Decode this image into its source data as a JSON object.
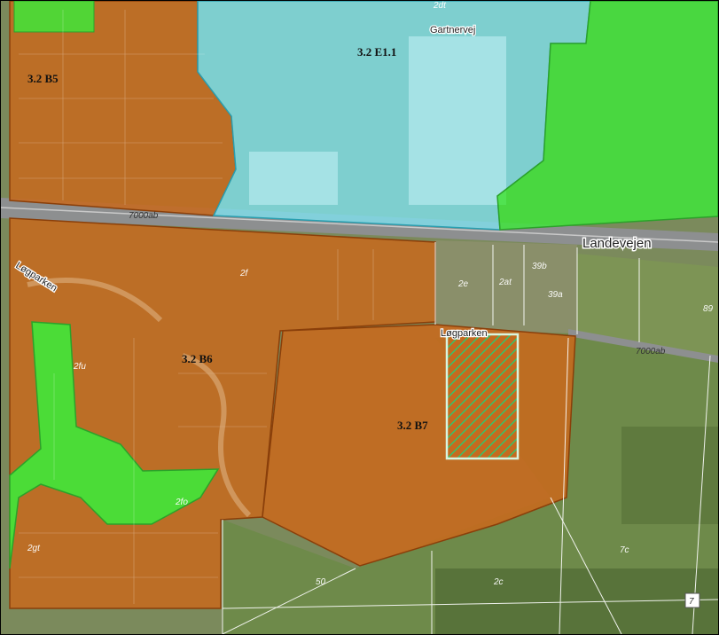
{
  "map": {
    "zones": {
      "b5": "3.2 B5",
      "e1_1": "3.2 E1.1",
      "b6": "3.2 B6",
      "b7": "3.2 B7"
    },
    "roads": {
      "landevejen": "Landevejen",
      "gartnervej": "Gartnervej",
      "lospark_west": "Løgparken",
      "lospark_center": "Løgparken"
    },
    "parcels": {
      "road_a": "7000ab",
      "road_b": "7000ab",
      "p_2dt": "2dt",
      "p_2f": "2f",
      "p_2e": "2e",
      "p_2at": "2at",
      "p_39b": "39b",
      "p_39a": "39a",
      "p_89": "89",
      "p_50": "50",
      "p_2c": "2c",
      "p_7c": "7c",
      "p_2fo": "2fo",
      "p_2fu": "2fu",
      "p_2gt": "2gt"
    },
    "colors": {
      "residential": "#c8691c",
      "industrial": "#7fe3f0",
      "green": "#3ee83a",
      "hatch": "#36c46a"
    }
  }
}
